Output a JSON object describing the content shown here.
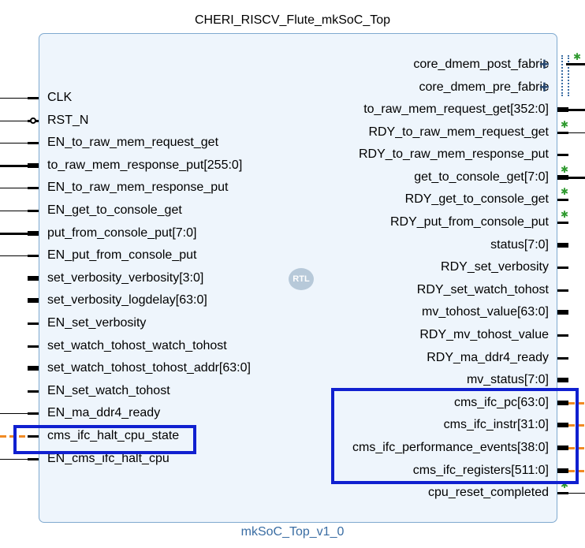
{
  "title": "CHERI_RISCV_Flute_mkSoC_Top",
  "instance_name": "mkSoC_Top_v1_0",
  "rtl_badge": "RTL",
  "colors": {
    "block_fill": "#eef5fc",
    "block_border": "#7fa9cf",
    "highlight": "#1020d0",
    "debug_wire": "#f08a24",
    "debug_icon": "#2f9a2f"
  },
  "left_ports": [
    "CLK",
    "RST_N",
    "EN_to_raw_mem_request_get",
    "to_raw_mem_response_put[255:0]",
    "EN_to_raw_mem_response_put",
    "EN_get_to_console_get",
    "put_from_console_put[7:0]",
    "EN_put_from_console_put",
    "set_verbosity_verbosity[3:0]",
    "set_verbosity_logdelay[63:0]",
    "EN_set_verbosity",
    "set_watch_tohost_watch_tohost",
    "set_watch_tohost_tohost_addr[63:0]",
    "EN_set_watch_tohost",
    "EN_ma_ddr4_ready",
    "cms_ifc_halt_cpu_state",
    "EN_cms_ifc_halt_cpu"
  ],
  "right_interfaces": [
    "core_dmem_post_fabric",
    "core_dmem_pre_fabric"
  ],
  "right_ports": [
    "to_raw_mem_request_get[352:0]",
    "RDY_to_raw_mem_request_get",
    "RDY_to_raw_mem_response_put",
    "get_to_console_get[7:0]",
    "RDY_get_to_console_get",
    "RDY_put_from_console_put",
    "status[7:0]",
    "RDY_set_verbosity",
    "RDY_set_watch_tohost",
    "mv_tohost_value[63:0]",
    "RDY_mv_tohost_value",
    "RDY_ma_ddr4_ready",
    "mv_status[7:0]",
    "cms_ifc_pc[63:0]",
    "cms_ifc_instr[31:0]",
    "cms_ifc_performance_events[38:0]",
    "cms_ifc_registers[511:0]",
    "cpu_reset_completed"
  ],
  "icons": {
    "debug": "bug-icon",
    "expand": "plus-icon"
  }
}
